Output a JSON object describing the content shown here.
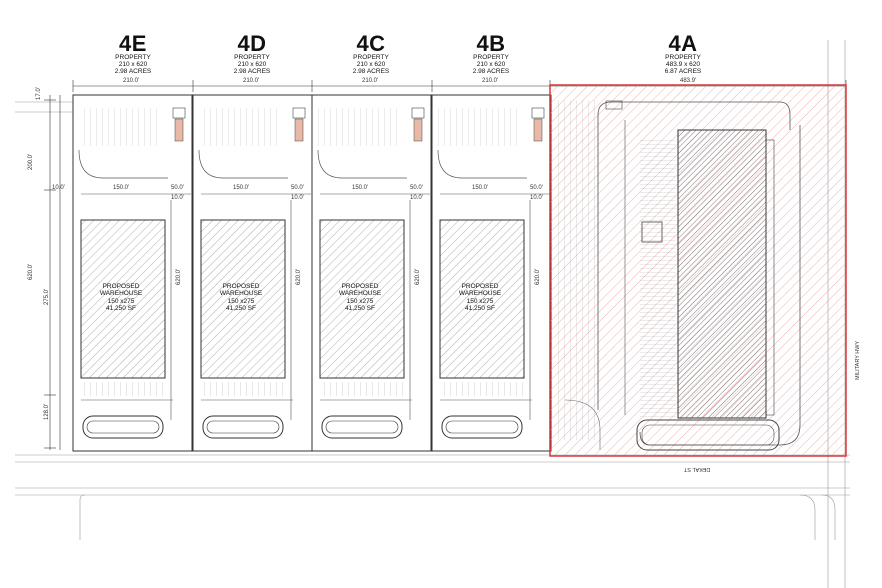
{
  "lots": [
    {
      "id": "4E",
      "label": "PROPERTY",
      "size": "210 x 620",
      "acres": "2.98 ACRES",
      "width_dim": "210.0'"
    },
    {
      "id": "4D",
      "label": "PROPERTY",
      "size": "210 x 620",
      "acres": "2.98 ACRES",
      "width_dim": "210.0'"
    },
    {
      "id": "4C",
      "label": "PROPERTY",
      "size": "210 x 620",
      "acres": "2.98 ACRES",
      "width_dim": "210.0'"
    },
    {
      "id": "4B",
      "label": "PROPERTY",
      "size": "210 x 620",
      "acres": "2.98 ACRES",
      "width_dim": "210.0'"
    },
    {
      "id": "4A",
      "label": "PROPERTY",
      "size": "483.9 x 620",
      "acres": "6.87 ACRES",
      "width_dim": "483.9'"
    }
  ],
  "warehouse": {
    "line1": "PROPOSED",
    "line2": "WAREHOUSE",
    "line3": "150 x275",
    "line4": "41,250 SF"
  },
  "dims": {
    "d150": "150.0'",
    "d50": "50.0'",
    "d10": "10.0'",
    "d200": "200.0'",
    "d275": "275.0'",
    "d620": "620.0'",
    "d128": "128.0'",
    "d17": "17.0'"
  },
  "streets": {
    "east": "MILITARY HWY",
    "south": "DEKAL ST"
  },
  "colors": {
    "highlight": "#d9383a",
    "hatch": "#e8a0a0",
    "line": "#333333"
  }
}
